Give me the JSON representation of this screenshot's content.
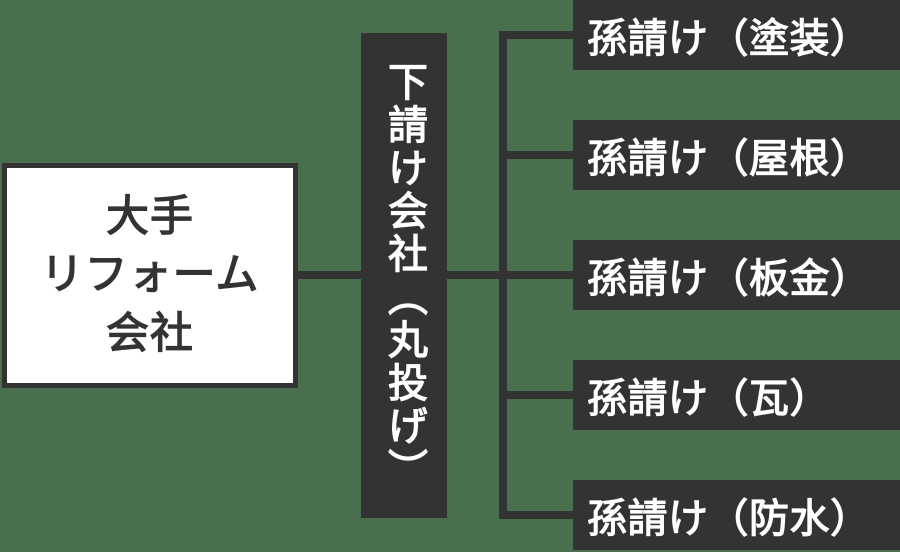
{
  "colors": {
    "background": "#4a6f4f",
    "box_dark": "#333333",
    "box_fill": "#ffffff",
    "text_dark": "#333333",
    "text_light": "#ffffff"
  },
  "org_chart": {
    "client": {
      "label": "大手\nリフォーム\n会社"
    },
    "subcontractor": {
      "label": "下請け会社（丸投げ）"
    },
    "sub_subcontractors": [
      {
        "label": "孫請け（塗装）"
      },
      {
        "label": "孫請け（屋根）"
      },
      {
        "label": "孫請け（板金）"
      },
      {
        "label": "孫請け（瓦）"
      },
      {
        "label": "孫請け（防水）"
      }
    ]
  }
}
